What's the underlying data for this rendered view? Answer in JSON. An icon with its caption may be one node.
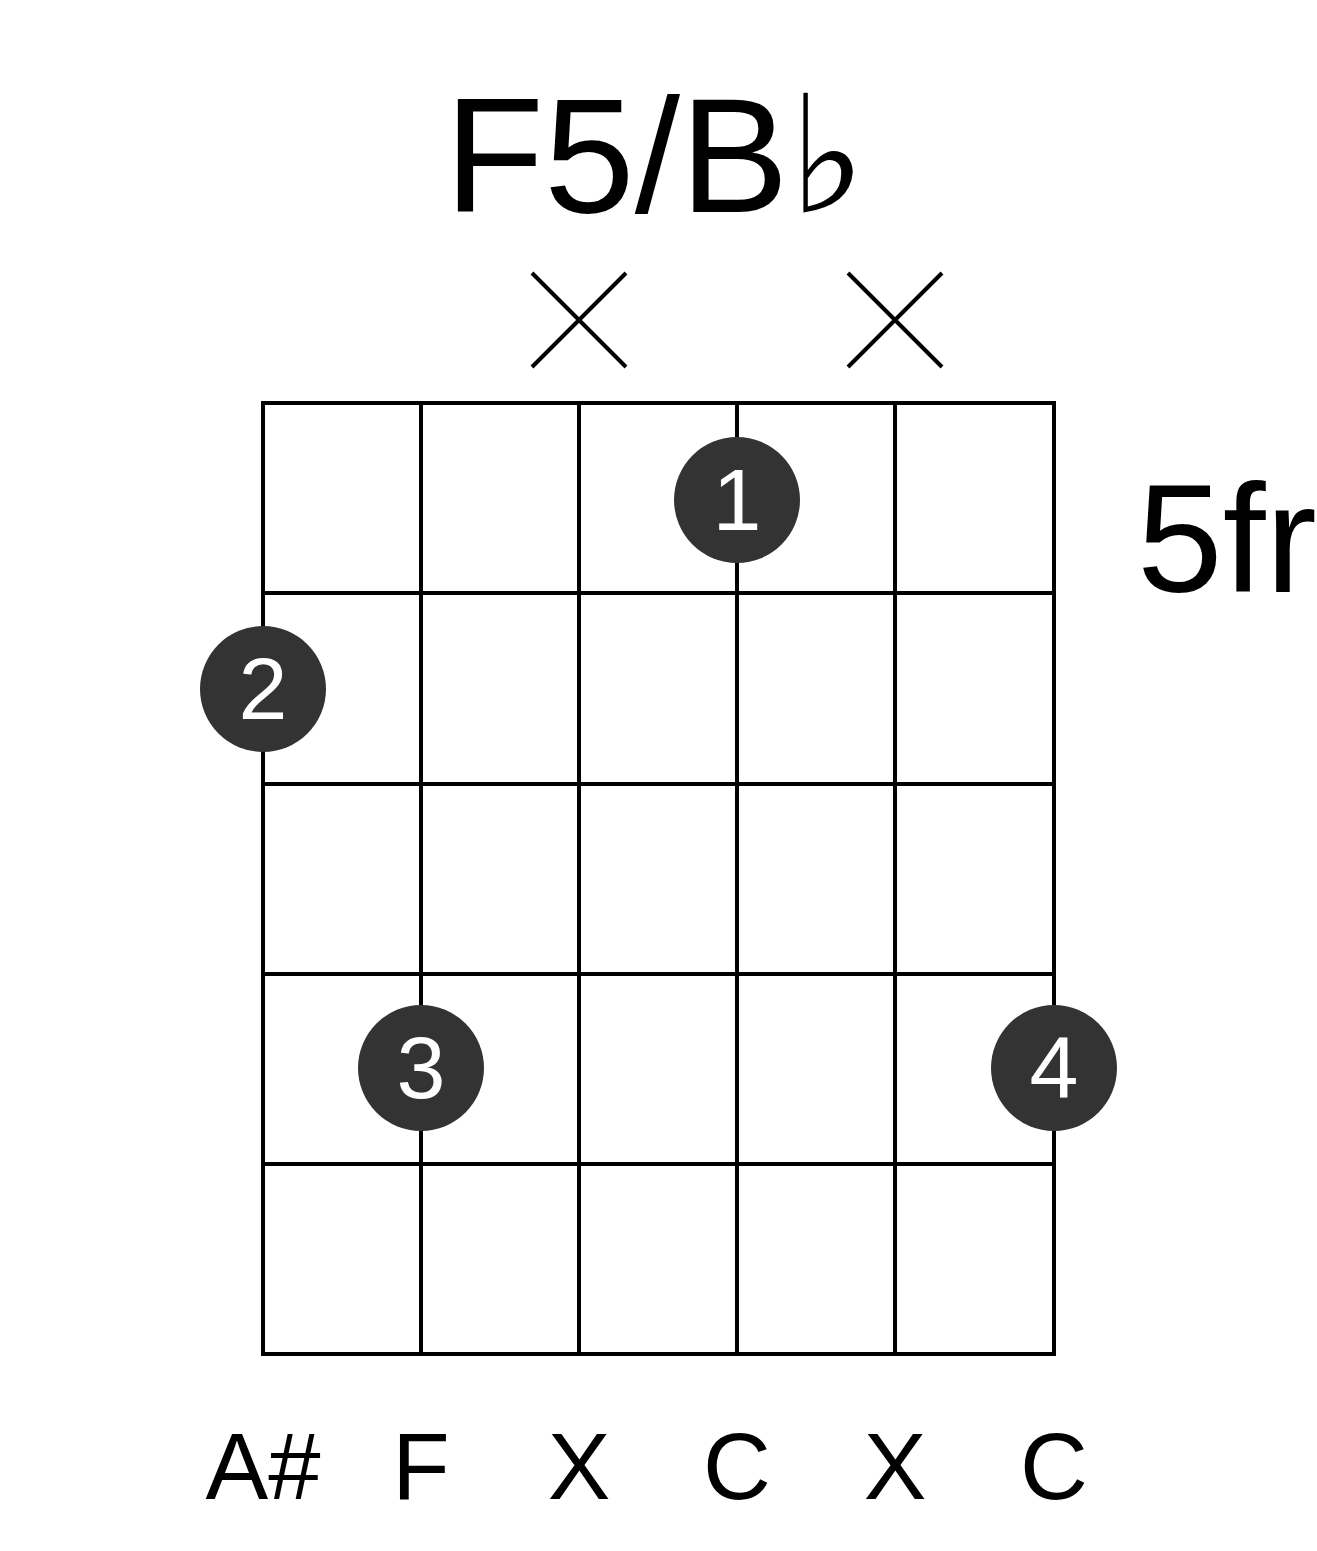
{
  "diagram": {
    "title": "F5/B♭",
    "nodes": [
      {
        "text": [
          "1"
        ]
      },
      {
        "text": [
          "2"
        ]
      },
      {
        "text": [
          "3"
        ]
      },
      {
        "text": [
          "4"
        ]
      }
    ],
    "labels": [
      "5fr",
      "A#",
      "F",
      "X",
      "C",
      "X",
      "C"
    ]
  }
}
